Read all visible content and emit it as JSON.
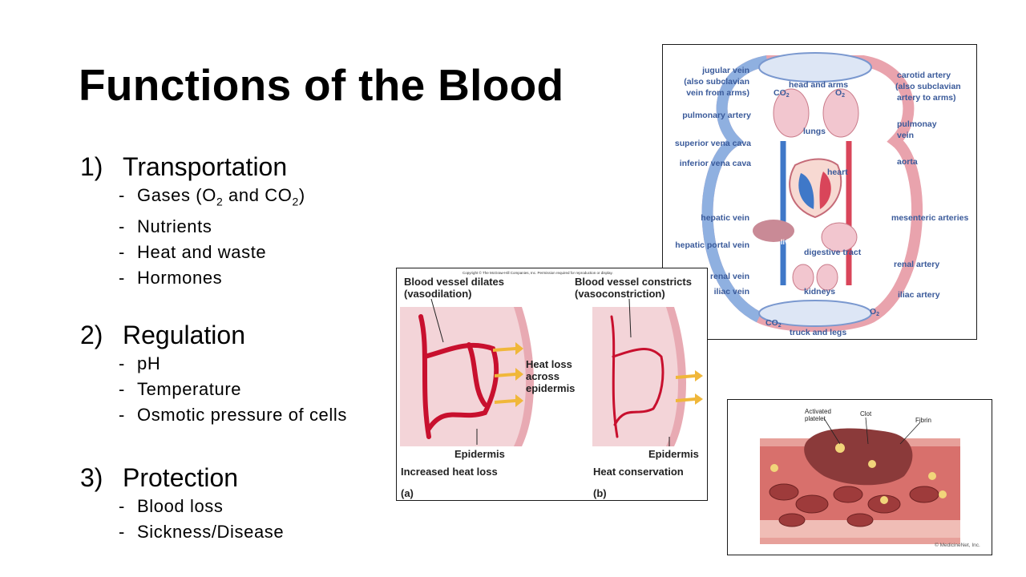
{
  "title": "Functions of the Blood",
  "sections": [
    {
      "number": "1)",
      "heading": "Transportation",
      "items": [
        "Gases (O2 and CO2)",
        "Nutrients",
        "Heat and waste",
        "Hormones"
      ]
    },
    {
      "number": "2)",
      "heading": "Regulation",
      "items": [
        "pH",
        "Temperature",
        "Osmotic pressure of cells"
      ]
    },
    {
      "number": "3)",
      "heading": "Protection",
      "items": [
        "Blood loss",
        "Sickness/Disease"
      ]
    }
  ],
  "circulation": {
    "labels_left": [
      "jugular vein",
      "(also subclavian",
      "vein from arms)",
      "pulmonary artery",
      "superior vena cava",
      "inferior vena cava",
      "hepatic vein",
      "hepatic portal vein",
      "renal vein",
      "iliac vein"
    ],
    "labels_right": [
      "carotid artery",
      "(also subclavian",
      "artery to arms)",
      "pulmonay",
      "vein",
      "aorta",
      "mesenteric arteries",
      "renal artery",
      "iliac artery"
    ],
    "labels_inner": [
      "head and arms",
      "lungs",
      "heart",
      "liver",
      "digestive tract",
      "kidneys",
      "truck and legs"
    ],
    "co2": "CO2",
    "o2": "O2"
  },
  "thermo": {
    "copyright": "Copyright © The McGraw-Hill Companies, Inc. Permission required for reproduction or display.",
    "left_title_1": "Blood vessel dilates",
    "left_title_2": "(vasodilation)",
    "right_title_1": "Blood vessel constricts",
    "right_title_2": "(vasoconstriction)",
    "heat_1": "Heat loss",
    "heat_2": "across",
    "heat_3": "epidermis",
    "epidermis": "Epidermis",
    "left_caption": "Increased heat loss",
    "right_caption": "Heat conservation",
    "label_a": "(a)",
    "label_b": "(b)"
  },
  "clot": {
    "activated_1": "Activated",
    "activated_2": "platelet",
    "clot": "Clot",
    "fibrin": "Fibrin",
    "credit": "© MedicineNet, Inc."
  },
  "colors": {
    "artery": "#d9455a",
    "vein": "#3f78c8",
    "vessel": "#c8102e",
    "skin": "#f3d4d8",
    "arrow": "#f0b73a"
  }
}
